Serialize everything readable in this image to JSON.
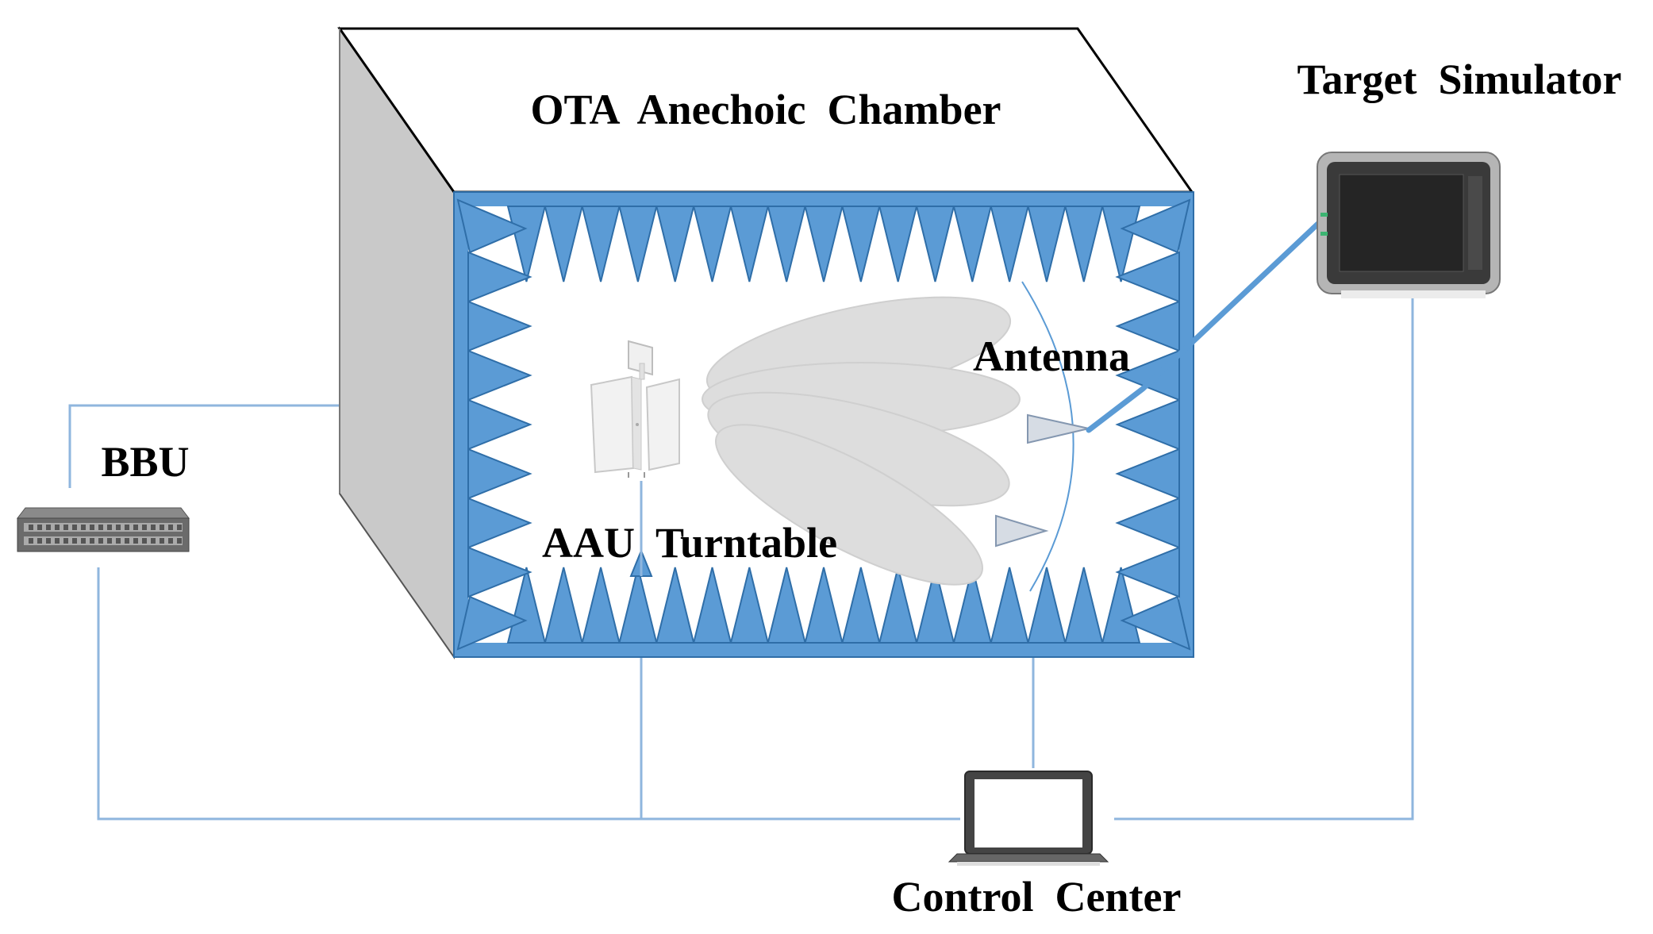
{
  "labels": {
    "chamber": "OTA  Anechoic  Chamber",
    "target_simulator": "Target  Simulator",
    "antenna": "Antenna",
    "bbu": "BBU",
    "aau_turntable": "AAU  Turntable",
    "control_center": "Control  Center"
  },
  "colors": {
    "absorber": "#5b9bd5",
    "absorber_stroke": "#2f6ea8",
    "wire": "#8fb6de",
    "rf_cable": "#5b9bd5",
    "side_wall": "#c9c9c9",
    "beam": "#d9d9d9"
  },
  "icons": [
    "bbu-rack-icon",
    "aau-icon",
    "probe-antenna-icon",
    "target-simulator-icon",
    "laptop-icon",
    "radiation-beam-icon"
  ]
}
